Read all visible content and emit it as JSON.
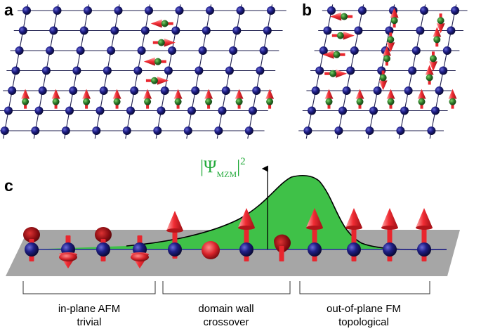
{
  "panels": {
    "a": {
      "letter": "a"
    },
    "b": {
      "letter": "b"
    },
    "c": {
      "letter": "c"
    }
  },
  "wavefunction_label": {
    "symbol": "|Ψ",
    "subscript": "MZM",
    "closing": "|",
    "superscript": "2"
  },
  "regions": [
    {
      "line1": "in-plane AFM",
      "line2": "trivial"
    },
    {
      "line1": "domain wall",
      "line2": "crossover"
    },
    {
      "line1": "out-of-plane FM",
      "line2": "topological"
    }
  ],
  "colors": {
    "atom": "#1b1a6b",
    "spin_arrow": "#ee2d35",
    "spin_arrow_dark": "#8a0d12",
    "magnetic_atom": "#2f7d2a",
    "wavefunction_fill": "#3fc148",
    "substrate": "#a6a6a6",
    "lattice_line": "#1d1d4d",
    "psi_label": "#22aa3a"
  }
}
